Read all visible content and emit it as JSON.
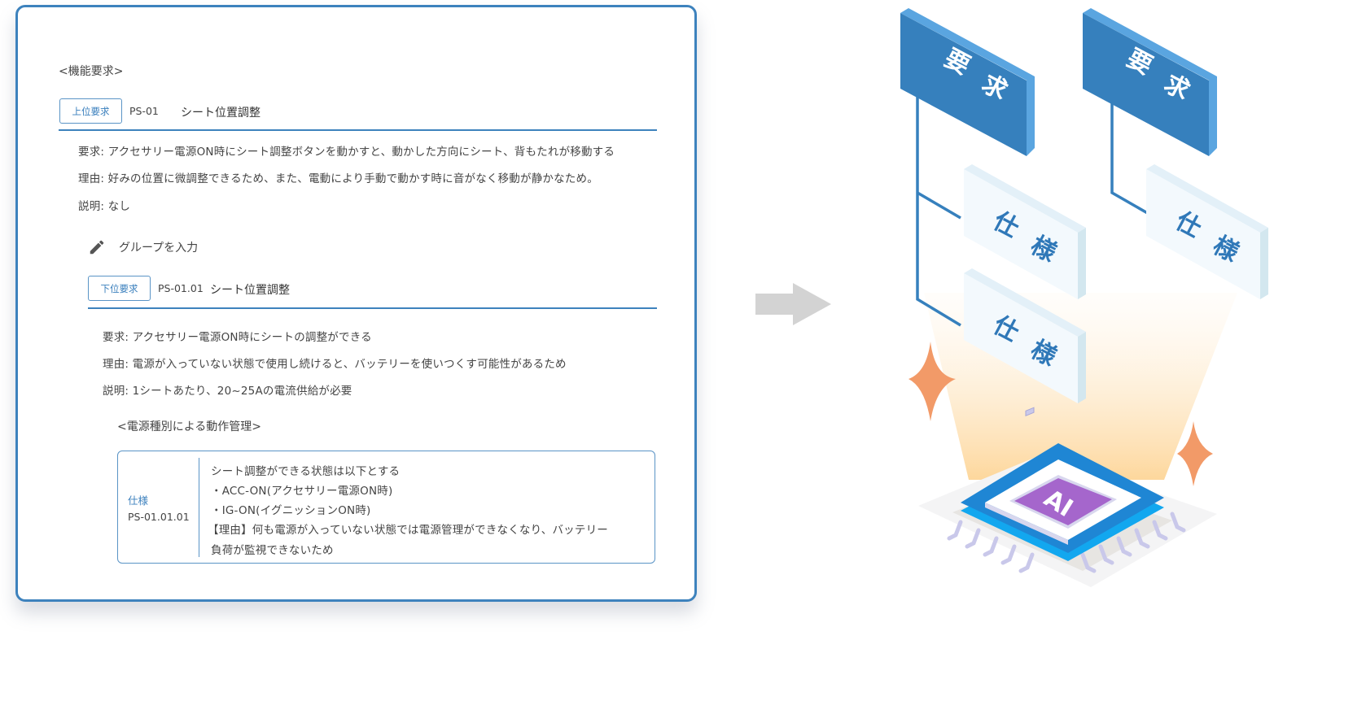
{
  "document": {
    "section_heading": "<機能要求>",
    "parent_requirement": {
      "tag": "上位要求",
      "id": "PS-01",
      "title": "シート位置調整",
      "fields": [
        {
          "label": "要求",
          "text": "要求: アクセサリー電源ON時にシート調整ボタンを動かすと、動かした方向にシート、背もたれが移動する"
        },
        {
          "label": "理由",
          "text": "理由: 好みの位置に微調整できるため、また、電動により手動で動かす時に音がなく移動が静かなため。"
        },
        {
          "label": "説明",
          "text": "説明: なし"
        }
      ]
    },
    "group_input": {
      "icon": "pencil-icon",
      "label": "グループを入力"
    },
    "child_requirement": {
      "tag": "下位要求",
      "id": "PS-01.01",
      "title": "シート位置調整",
      "fields": [
        {
          "label": "要求",
          "text": "要求: アクセサリー電源ON時にシートの調整ができる"
        },
        {
          "label": "理由",
          "text": "理由: 電源が入っていない状態で使用し続けると、バッテリーを使いつくす可能性があるため"
        },
        {
          "label": "説明",
          "text": "説明: 1シートあたり、20~25Aの電流供給が必要"
        }
      ]
    },
    "subsection_heading": "<電源種別による動作管理>",
    "specification": {
      "label": "仕様",
      "id": "PS-01.01.01",
      "lines": [
        "シート調整ができる状態は以下とする",
        "・ACC-ON(アクセサリー電源ON時)",
        "・IG-ON(イグニッションON時)",
        "【理由】何も電源が入っていない状態では電源管理ができなくなり、バッテリー",
        "負荷が監視できないため"
      ]
    }
  },
  "arrow": {
    "icon": "arrow-right-icon",
    "color": "#d3d3d3"
  },
  "illustration": {
    "requirement_blocks": [
      {
        "label": "要求"
      },
      {
        "label": "要求"
      }
    ],
    "specification_blocks": [
      {
        "label": "仕様"
      },
      {
        "label": "仕様"
      },
      {
        "label": "仕様"
      }
    ],
    "chip_label": "AI",
    "colors": {
      "requirement_block": "#3680bd",
      "requirement_edge": "#5aa5e0",
      "specification_block": "#f3f9fd",
      "specification_text": "#2f78b8",
      "connector": "#3680bd",
      "sparkle": "#f29a68",
      "beam": "#fdd9a0",
      "chip_frame": "#1f86d4",
      "chip_core": "#a566cc",
      "chip_pins": "#c9c8ea"
    }
  }
}
